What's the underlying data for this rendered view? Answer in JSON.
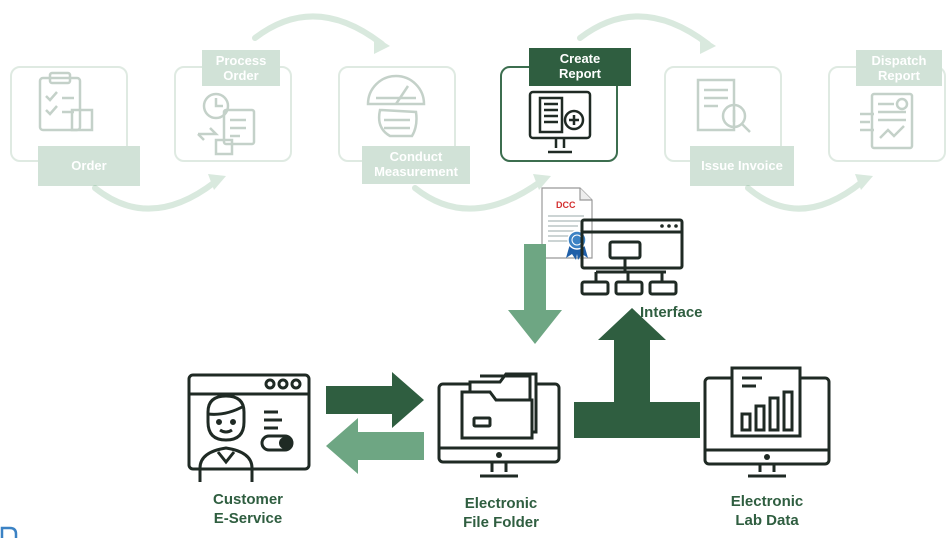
{
  "process_steps": [
    {
      "label": "Order"
    },
    {
      "label": "Process\nOrder"
    },
    {
      "label": "Conduct\nMeasurement"
    },
    {
      "label": "Create\nReport"
    },
    {
      "label": "Issue Invoice"
    },
    {
      "label": "Dispatch\nReport"
    }
  ],
  "document": {
    "badge": "DCC"
  },
  "labels": {
    "interface": "Interface",
    "customer": "Customer\nE-Service",
    "file_folder": "Electronic\nFile Folder",
    "lab_data": "Electronic\nLab Data"
  },
  "colors": {
    "dark_green": "#2f5e40",
    "light_green": "#6ea683",
    "faded_green": "#8fb79b"
  }
}
